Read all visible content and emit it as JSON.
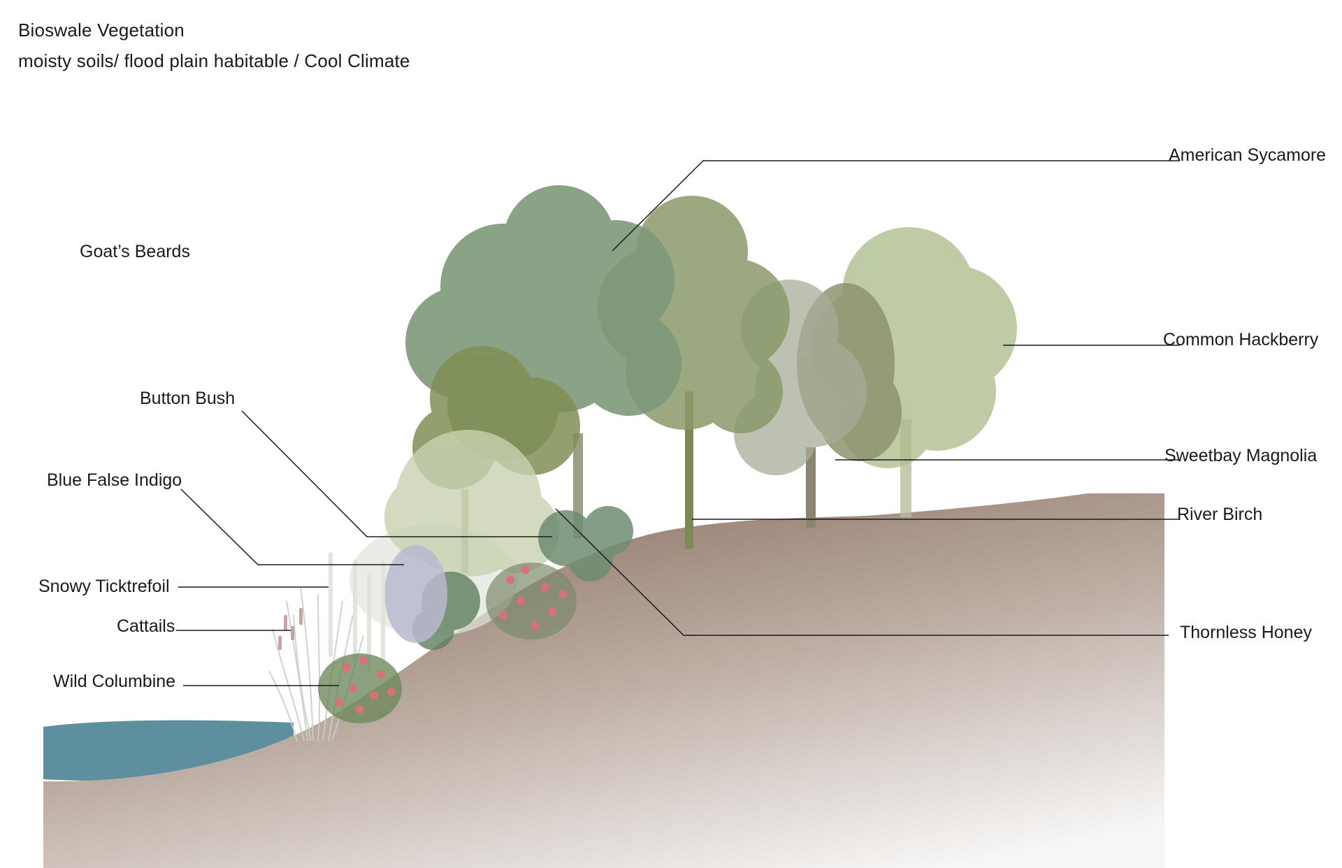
{
  "header": {
    "title": "Bioswale Vegetation",
    "subtitle": "moisty soils/ flood plain habitable / Cool Climate"
  },
  "labels": {
    "goats_beards": "Goat’s Beards",
    "american_sycamore": "American Sycamore",
    "common_hackberry": "Common Hackberry",
    "sweetbay_magnolia": "Sweetbay Magnolia",
    "river_birch": "River Birch",
    "thornless_honey": "Thornless Honey",
    "button_bush": "Button Bush",
    "blue_false_indigo": "Blue False Indigo",
    "snowy_ticktrefoil": "Snowy Ticktrefoil",
    "cattails": "Cattails",
    "wild_columbine": "Wild Columbine"
  },
  "colors": {
    "soil_top": "#8f7566",
    "soil_bottom": "#f7f6f5",
    "water": "#5e8f9f",
    "leader_line": "#1a1a1a",
    "tree_dark": "#6d8a5e",
    "tree_mid": "#7f9a78",
    "tree_pale": "#a9b98f",
    "flower_pink": "#d7717b",
    "grass": "#c8cfc8"
  }
}
